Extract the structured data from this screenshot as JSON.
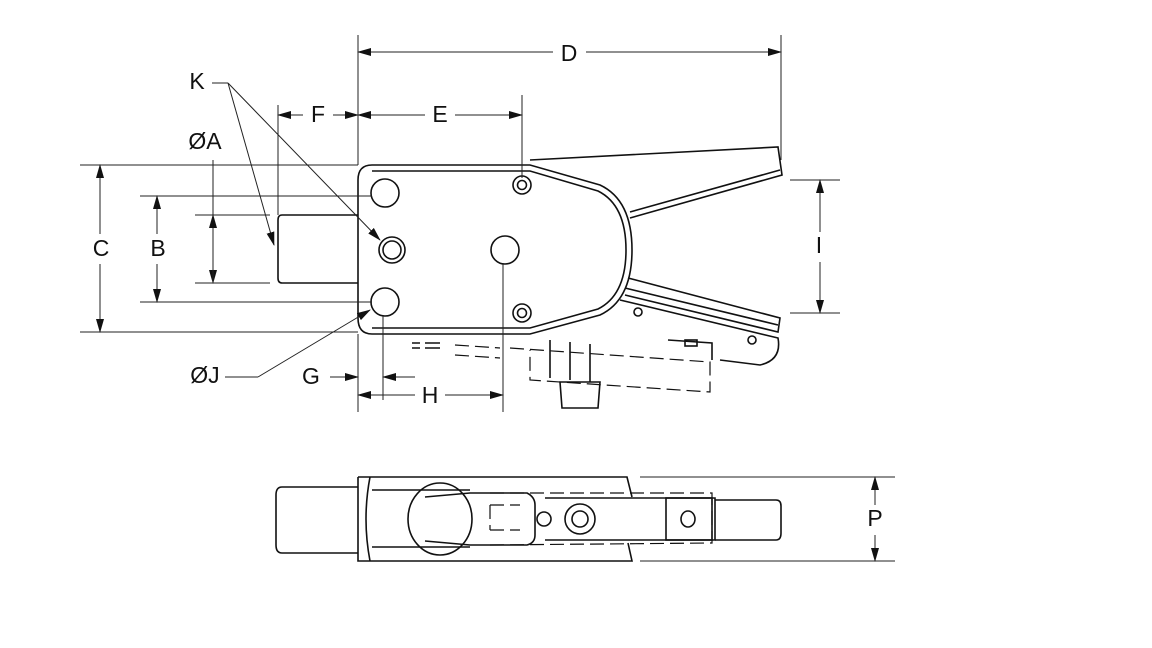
{
  "drawing": {
    "dimension_labels": {
      "D": "D",
      "K": "K",
      "F": "F",
      "E": "E",
      "A": "ØA",
      "C": "C",
      "B": "B",
      "I": "I",
      "J": "ØJ",
      "G": "G",
      "H": "H",
      "P": "P"
    },
    "colors": {
      "line": "#111111",
      "background": "#ffffff"
    }
  }
}
